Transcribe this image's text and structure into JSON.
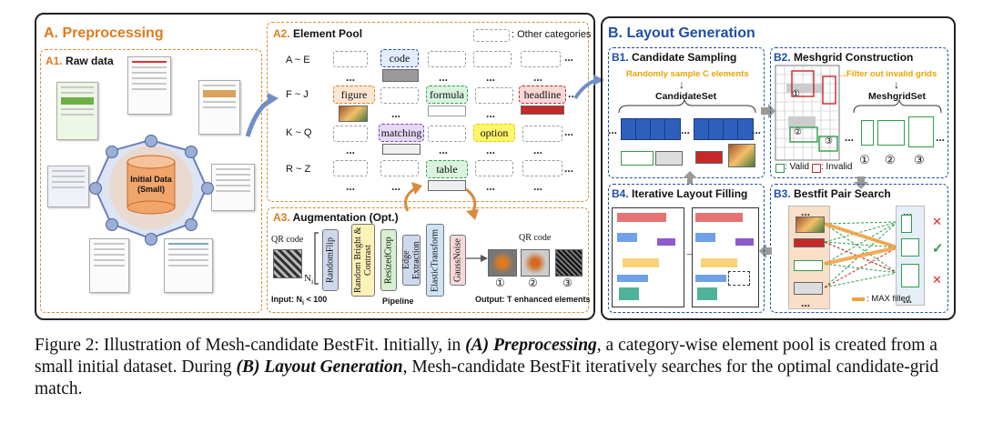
{
  "panel_a": {
    "title": "A. Preprocessing",
    "a1": {
      "tag": "A1.",
      "title": "Raw data",
      "db_label_line1": "Initial Data",
      "db_label_line2": "(Small)"
    },
    "a2": {
      "tag": "A2.",
      "title": "Element Pool",
      "other_categories": ": Other categories",
      "rows": [
        "A ~ E",
        "F ~ J",
        "K ~ Q",
        "R ~ Z"
      ],
      "ellipsis": "...",
      "labels": {
        "code": "code",
        "figure": "figure",
        "formula": "formula",
        "headline": "headline",
        "matching": "matching",
        "option": "option",
        "table": "table"
      }
    },
    "a3": {
      "tag": "A3.",
      "title": "Augmentation (Opt.)",
      "qr_code": "QR code",
      "ni": "N",
      "ni_sub": "i",
      "input_prefix": "Input: N",
      "input_sub": "i",
      "input_suffix": " < 100",
      "pipeline": "Pipeline",
      "output": "Output: T enhanced elements",
      "ops": [
        "RandomFlip",
        "Random Bright & Contrast",
        "ResizedCrop",
        "Edge Extraction",
        "ElasticTransform",
        "GaussNoise"
      ],
      "out_qr": "QR code",
      "out_nums": [
        "①",
        "②",
        "③"
      ]
    }
  },
  "panel_b": {
    "title": "B. Layout Generation",
    "b1": {
      "tag": "B1.",
      "title": "Candidate Sampling",
      "note": "Randomly sample C elements",
      "set": "CandidateSet"
    },
    "b2": {
      "tag": "B2.",
      "title": "Meshgrid Construction",
      "note": "Filter out invalid grids",
      "set": "MeshgridSet",
      "valid": ": Valid",
      "invalid": ": Invalid",
      "nums": [
        "①",
        "②",
        "③"
      ],
      "grid_nums": [
        "①",
        "②",
        "③"
      ]
    },
    "b3": {
      "tag": "B3.",
      "title": "Bestfit Pair Search",
      "legend": ": MAX filled",
      "marks": [
        "✕",
        "✓",
        "✕"
      ]
    },
    "b4": {
      "tag": "B4.",
      "title": "Iterative Layout Filling"
    }
  },
  "caption": {
    "p1": "Figure 2: Illustration of Mesh-candidate BestFit. Initially, in ",
    "em1": "(A) Preprocessing",
    "p2": ", a category-wise element pool is created from a small initial dataset. During ",
    "em2": "(B) Layout Generation",
    "p3": ", Mesh-candidate BestFit iteratively searches for the optimal candidate-grid match."
  },
  "colors": {
    "orange": "#e07a1e",
    "blue": "#1f4ea8",
    "cube": "#2e5fbf"
  }
}
